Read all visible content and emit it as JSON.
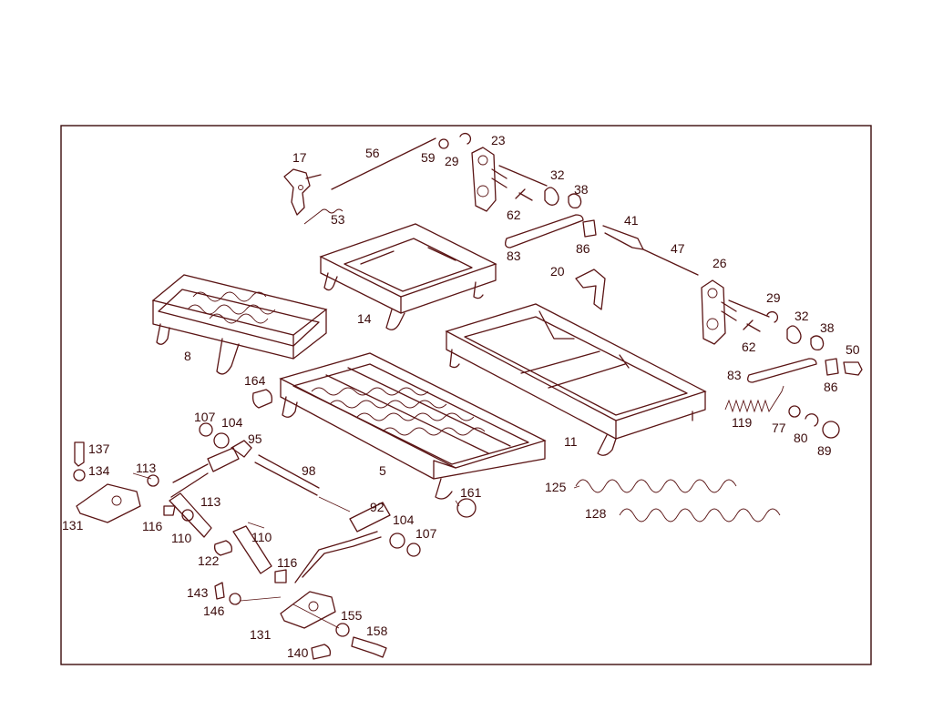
{
  "diagram": {
    "colors": {
      "line": "#5a1414",
      "frame": "#3b0b0b",
      "background": "#ffffff"
    },
    "callouts": [
      {
        "id": "c17",
        "text": "17"
      },
      {
        "id": "c56",
        "text": "56"
      },
      {
        "id": "c59",
        "text": "59"
      },
      {
        "id": "c29a",
        "text": "29"
      },
      {
        "id": "c23",
        "text": "23"
      },
      {
        "id": "c53",
        "text": "53"
      },
      {
        "id": "c32a",
        "text": "32"
      },
      {
        "id": "c38a",
        "text": "38"
      },
      {
        "id": "c62a",
        "text": "62"
      },
      {
        "id": "c41",
        "text": "41"
      },
      {
        "id": "c83a",
        "text": "83"
      },
      {
        "id": "c86a",
        "text": "86"
      },
      {
        "id": "c47",
        "text": "47"
      },
      {
        "id": "c26",
        "text": "26"
      },
      {
        "id": "c20",
        "text": "20"
      },
      {
        "id": "c14",
        "text": "14"
      },
      {
        "id": "c8",
        "text": "8"
      },
      {
        "id": "c29b",
        "text": "29"
      },
      {
        "id": "c32b",
        "text": "32"
      },
      {
        "id": "c38b",
        "text": "38"
      },
      {
        "id": "c62b",
        "text": "62"
      },
      {
        "id": "c50",
        "text": "50"
      },
      {
        "id": "c83b",
        "text": "83"
      },
      {
        "id": "c86b",
        "text": "86"
      },
      {
        "id": "c164",
        "text": "164"
      },
      {
        "id": "c119",
        "text": "119"
      },
      {
        "id": "c77",
        "text": "77"
      },
      {
        "id": "c80",
        "text": "80"
      },
      {
        "id": "c89",
        "text": "89"
      },
      {
        "id": "c11",
        "text": "11"
      },
      {
        "id": "c107a",
        "text": "107"
      },
      {
        "id": "c104a",
        "text": "104"
      },
      {
        "id": "c95",
        "text": "95"
      },
      {
        "id": "c137",
        "text": "137"
      },
      {
        "id": "c98",
        "text": "98"
      },
      {
        "id": "c5",
        "text": "5"
      },
      {
        "id": "c134",
        "text": "134"
      },
      {
        "id": "c113a",
        "text": "113"
      },
      {
        "id": "c161",
        "text": "161"
      },
      {
        "id": "c125",
        "text": "125"
      },
      {
        "id": "c113b",
        "text": "113"
      },
      {
        "id": "c92",
        "text": "92"
      },
      {
        "id": "c131a",
        "text": "131"
      },
      {
        "id": "c116a",
        "text": "116"
      },
      {
        "id": "c128",
        "text": "128"
      },
      {
        "id": "c104b",
        "text": "104"
      },
      {
        "id": "c110a",
        "text": "110"
      },
      {
        "id": "c110b",
        "text": "110"
      },
      {
        "id": "c107b",
        "text": "107"
      },
      {
        "id": "c122",
        "text": "122"
      },
      {
        "id": "c116b",
        "text": "116"
      },
      {
        "id": "c143",
        "text": "143"
      },
      {
        "id": "c146",
        "text": "146"
      },
      {
        "id": "c155",
        "text": "155"
      },
      {
        "id": "c131b",
        "text": "131"
      },
      {
        "id": "c158",
        "text": "158"
      },
      {
        "id": "c140",
        "text": "140"
      }
    ]
  }
}
